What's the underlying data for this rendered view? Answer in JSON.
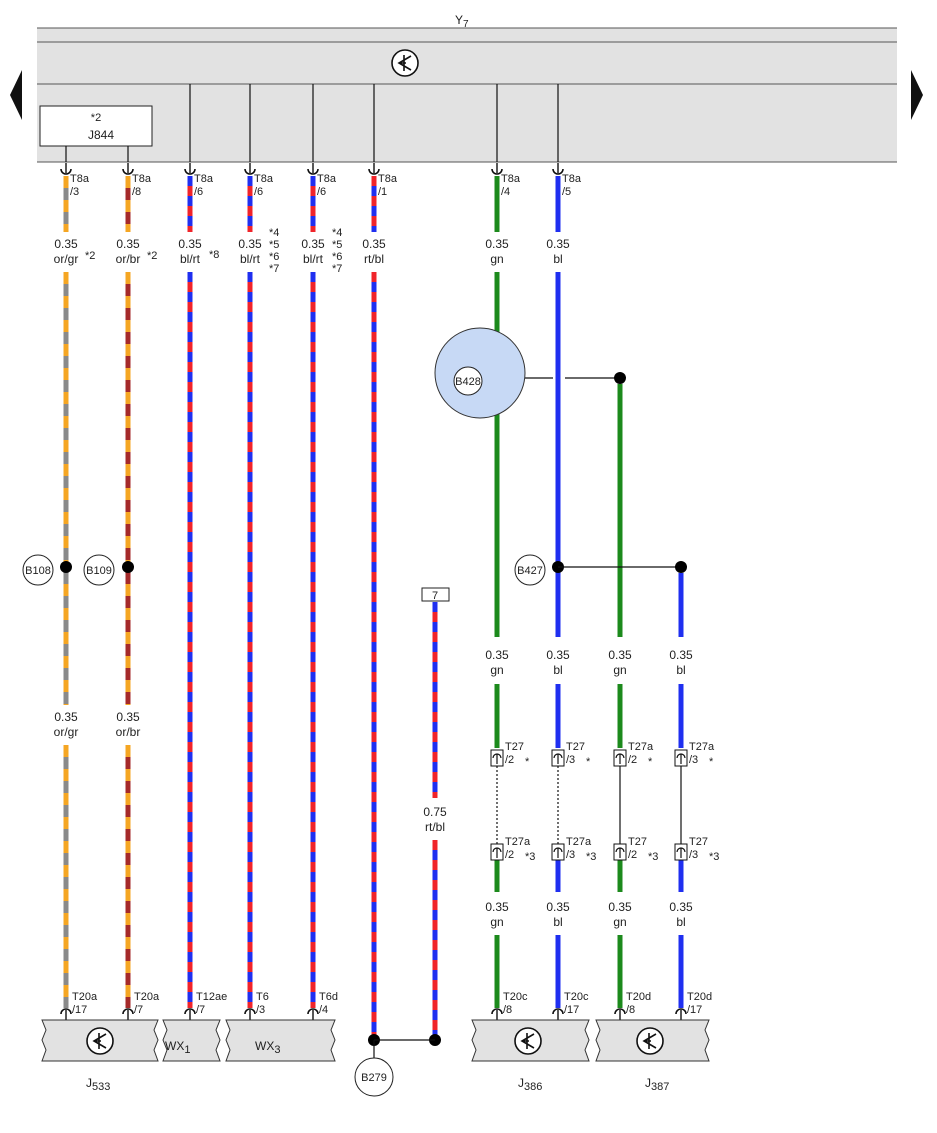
{
  "header": {
    "component": "Y",
    "component_sub": "7"
  },
  "j844": {
    "star": "*2",
    "name": "J",
    "sub": "844"
  },
  "colors": {
    "bl": "#1f2ff0",
    "rt": "#f0242a",
    "gn": "#1c8a1c",
    "or": "#f5a623",
    "gr": "#8a8a8a",
    "br": "#a52a2a",
    "panel": "#e2e2e2",
    "bubble": "#c7d9f5"
  },
  "wires": [
    {
      "id": "w1",
      "top_pin": [
        "T8a",
        "/3"
      ],
      "label1": [
        "0.35",
        "or/gr"
      ],
      "star1": [
        "*2"
      ],
      "label2": [
        "0.35",
        "or/gr"
      ],
      "bottom_pin": [
        "T20a",
        "/17"
      ],
      "colors": [
        "or",
        "gr"
      ]
    },
    {
      "id": "w2",
      "top_pin": [
        "T8a",
        "/8"
      ],
      "label1": [
        "0.35",
        "or/br"
      ],
      "star1": [
        "*2"
      ],
      "label2": [
        "0.35",
        "or/br"
      ],
      "bottom_pin": [
        "T20a",
        "/7"
      ],
      "colors": [
        "or",
        "br"
      ]
    },
    {
      "id": "w3",
      "top_pin": [
        "T8a",
        "/6"
      ],
      "label1": [
        "0.35",
        "bl/rt"
      ],
      "star1": [
        "*8"
      ],
      "bottom_pin": [
        "T12ae",
        "/7"
      ],
      "colors": [
        "bl",
        "rt"
      ]
    },
    {
      "id": "w4",
      "top_pin": [
        "T8a",
        "/6"
      ],
      "label1": [
        "0.35",
        "bl/rt"
      ],
      "star1": [
        "*4",
        "*5",
        "*6",
        "*7"
      ],
      "bottom_pin": [
        "T6",
        "/3"
      ],
      "colors": [
        "bl",
        "rt"
      ]
    },
    {
      "id": "w5",
      "top_pin": [
        "T8a",
        "/6"
      ],
      "label1": [
        "0.35",
        "bl/rt"
      ],
      "star1": [
        "*4",
        "*5",
        "*6",
        "*7"
      ],
      "bottom_pin": [
        "T6d",
        "/4"
      ],
      "colors": [
        "bl",
        "rt"
      ]
    },
    {
      "id": "w6",
      "top_pin": [
        "T8a",
        "/1"
      ],
      "label1": [
        "0.35",
        "rt/bl"
      ],
      "colors": [
        "rt",
        "bl"
      ]
    },
    {
      "id": "w7",
      "top_pin": [
        "T8a",
        "/4"
      ],
      "label1": [
        "0.35",
        "gn"
      ],
      "label2": [
        "0.35",
        "gn"
      ],
      "conn1": [
        "T27",
        "/2",
        "*"
      ],
      "conn2": [
        "T27a",
        "/2",
        "*3"
      ],
      "label3": [
        "0.35",
        "gn"
      ],
      "bottom_pin": [
        "T20c",
        "/8"
      ],
      "colors": [
        "gn"
      ]
    },
    {
      "id": "w8",
      "top_pin": [
        "T8a",
        "/5"
      ],
      "label1": [
        "0.35",
        "bl"
      ],
      "label2": [
        "0.35",
        "bl"
      ],
      "conn1": [
        "T27",
        "/3",
        "*"
      ],
      "conn2": [
        "T27a",
        "/3",
        "*3"
      ],
      "label3": [
        "0.35",
        "bl"
      ],
      "bottom_pin": [
        "T20c",
        "/17"
      ],
      "colors": [
        "bl"
      ]
    },
    {
      "id": "w9",
      "label2": [
        "0.35",
        "gn"
      ],
      "conn1": [
        "T27a",
        "/2",
        "*"
      ],
      "conn2": [
        "T27",
        "/2",
        "*3"
      ],
      "label3": [
        "0.35",
        "gn"
      ],
      "bottom_pin": [
        "T20d",
        "/8"
      ],
      "colors": [
        "gn"
      ]
    },
    {
      "id": "w10",
      "label2": [
        "0.35",
        "bl"
      ],
      "conn1": [
        "T27a",
        "/3",
        "*"
      ],
      "conn2": [
        "T27",
        "/3",
        "*3"
      ],
      "label3": [
        "0.35",
        "bl"
      ],
      "bottom_pin": [
        "T20d",
        "/17"
      ],
      "colors": [
        "bl"
      ]
    }
  ],
  "splices": [
    "B108",
    "B109",
    "B428",
    "B427",
    "B279"
  ],
  "extra_wire": {
    "ref": "7",
    "label": [
      "0.75",
      "rt/bl"
    ]
  },
  "bottom_components": [
    {
      "name": "J",
      "sub": "533"
    },
    {
      "name": "WX",
      "sub": "1"
    },
    {
      "name": "WX",
      "sub": "3"
    },
    {
      "name": "J",
      "sub": "386"
    },
    {
      "name": "J",
      "sub": "387"
    }
  ]
}
